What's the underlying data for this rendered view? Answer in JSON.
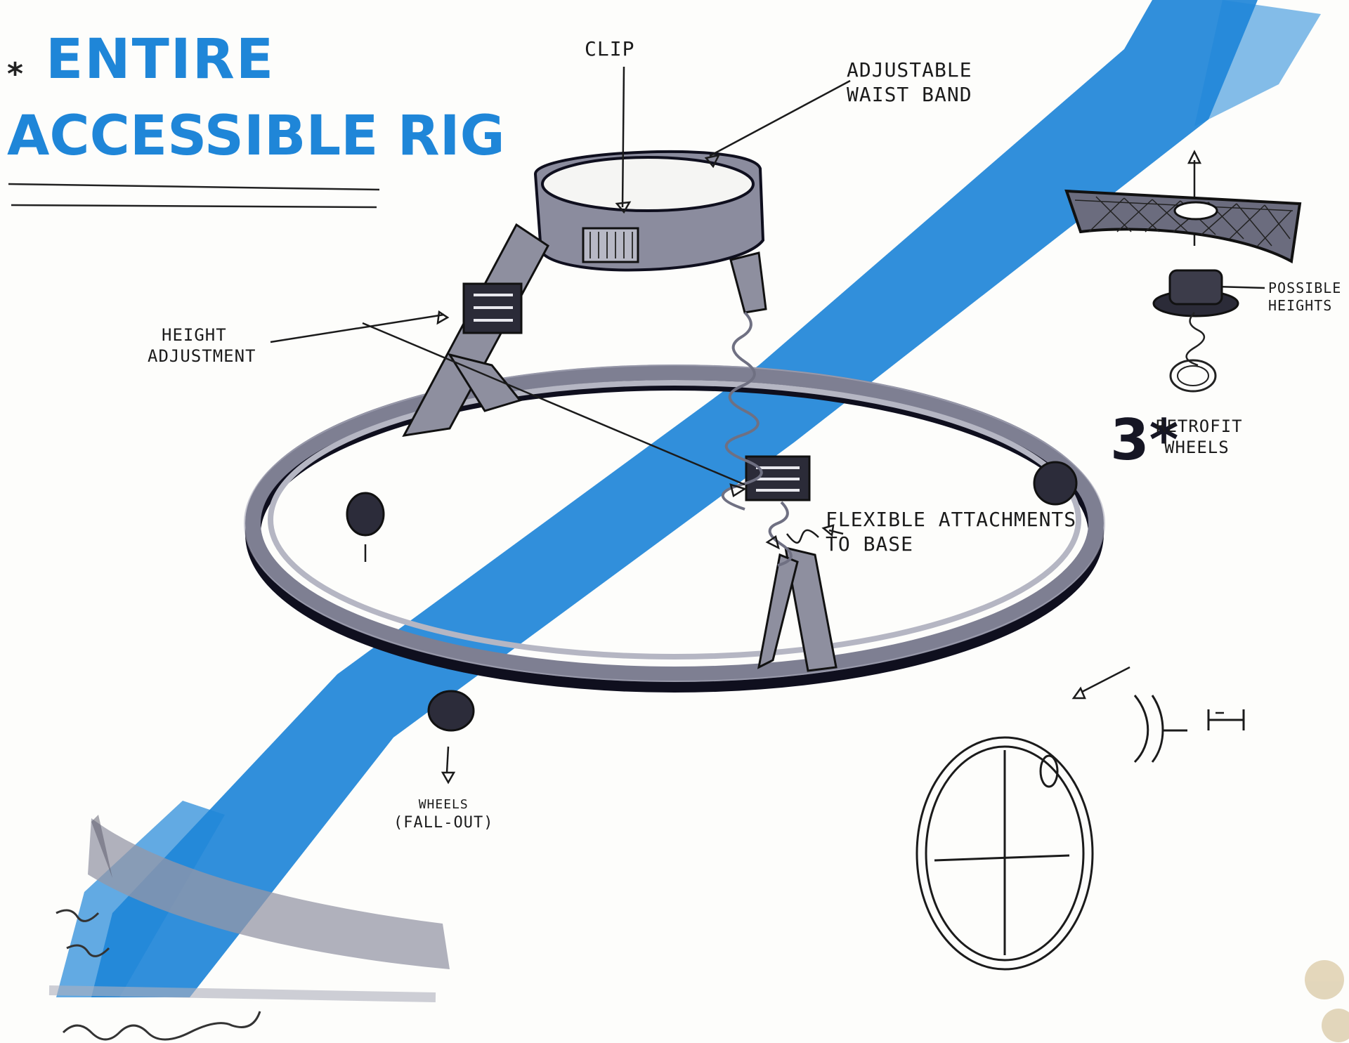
{
  "title": {
    "star": "*",
    "line1": "Entire",
    "line2": "Accessible Rig"
  },
  "labels": {
    "clip": "Clip",
    "waistband_1": "Adjustable",
    "waistband_2": "Waist Band",
    "height_1": "Height",
    "height_2": "Adjustment",
    "flexible_1": "Flexible Attachments",
    "flexible_2": "To Base",
    "wheels_1": "Wheels",
    "wheels_2": "(Fall-Out)",
    "possible_1": "Possible",
    "possible_2": "Heights",
    "retrofit_num": "3*",
    "retrofit_1": "Retrofit",
    "retrofit_2": "Wheels"
  },
  "colors": {
    "marker_blue": "#1f86d8",
    "marker_grey": "#8e8f9e",
    "ink": "#161624"
  }
}
